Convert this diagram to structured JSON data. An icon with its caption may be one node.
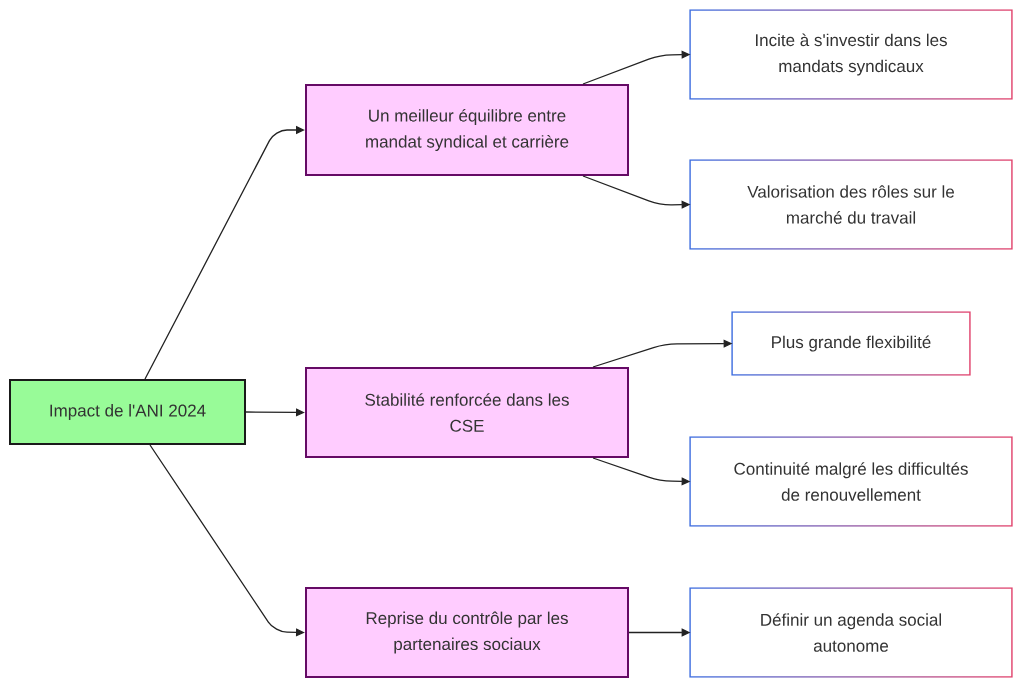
{
  "diagram": {
    "nodes": [
      {
        "text": [
          "Impact de l'ANI 2024"
        ]
      },
      {
        "text": [
          "Un meilleur équilibre entre mandat syndical et carrière"
        ]
      },
      {
        "text": [
          "Incite à s'investir dans les mandats syndicaux"
        ]
      },
      {
        "text": [
          "Valorisation des rôles sur le marché du travail"
        ]
      },
      {
        "text": [
          "Stabilité renforcée dans les CSE"
        ]
      },
      {
        "text": [
          "Plus grande flexibilité"
        ]
      },
      {
        "text": [
          "Continuité malgré les difficultés de renouvellement"
        ]
      },
      {
        "text": [
          "Reprise du contrôle par les partenaires sociaux"
        ]
      },
      {
        "text": [
          "Définir un agenda social autonome"
        ]
      }
    ],
    "edges": [
      {
        "from": 0,
        "to": 1,
        "arrow": "to"
      },
      {
        "from": 0,
        "to": 4,
        "arrow": "to"
      },
      {
        "from": 0,
        "to": 7,
        "arrow": "to"
      },
      {
        "from": 1,
        "to": 2,
        "arrow": "to"
      },
      {
        "from": 1,
        "to": 3,
        "arrow": "to"
      },
      {
        "from": 4,
        "to": 5,
        "arrow": "to"
      },
      {
        "from": 4,
        "to": 6,
        "arrow": "to"
      },
      {
        "from": 7,
        "to": 8,
        "arrow": "to"
      }
    ]
  }
}
